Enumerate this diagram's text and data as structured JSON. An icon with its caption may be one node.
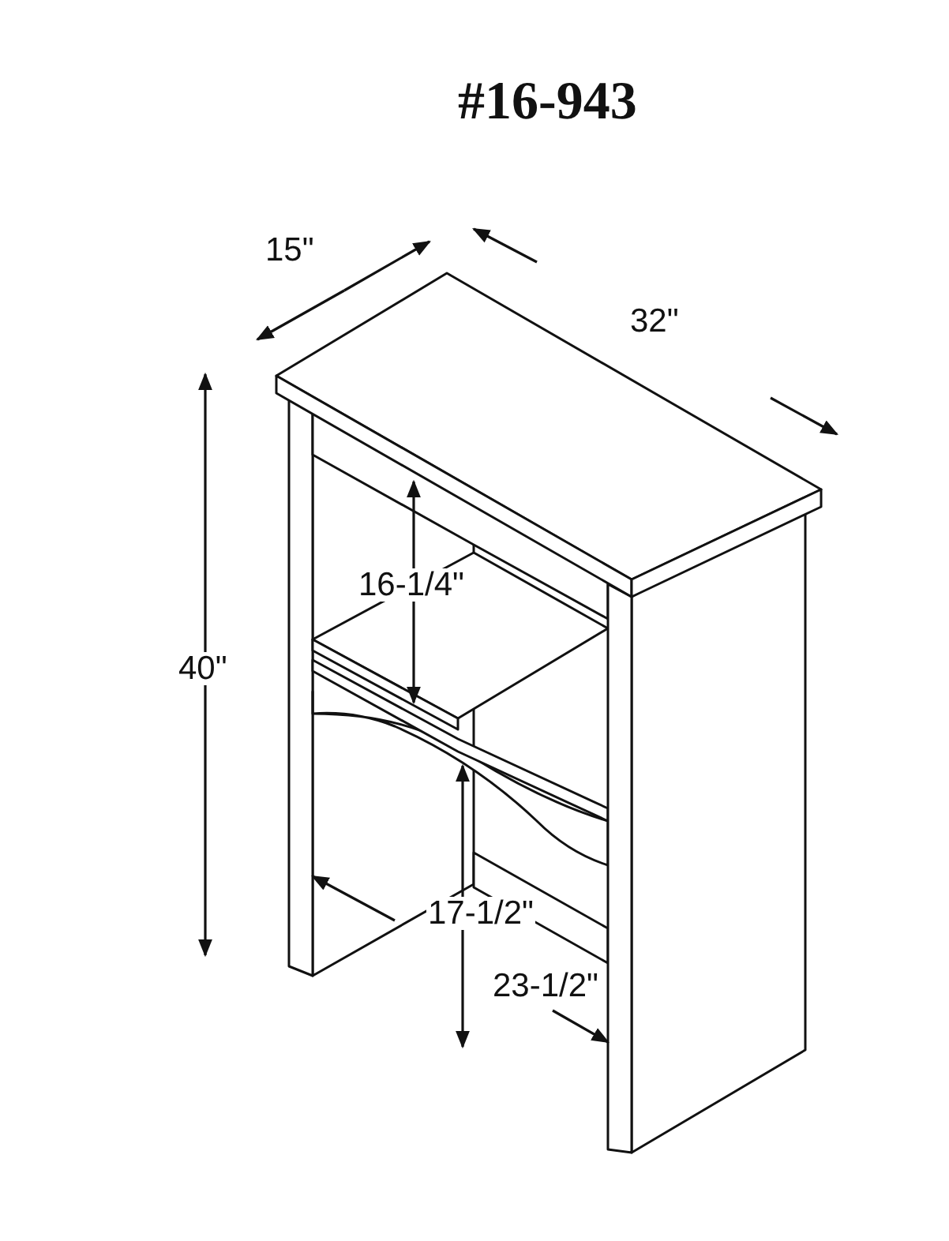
{
  "diagram": {
    "title": "#16-943",
    "labels": [
      "15\"",
      "32\"",
      "16-1/4\"",
      "40\"",
      "17-1/2\"",
      "23-1/2\""
    ]
  }
}
